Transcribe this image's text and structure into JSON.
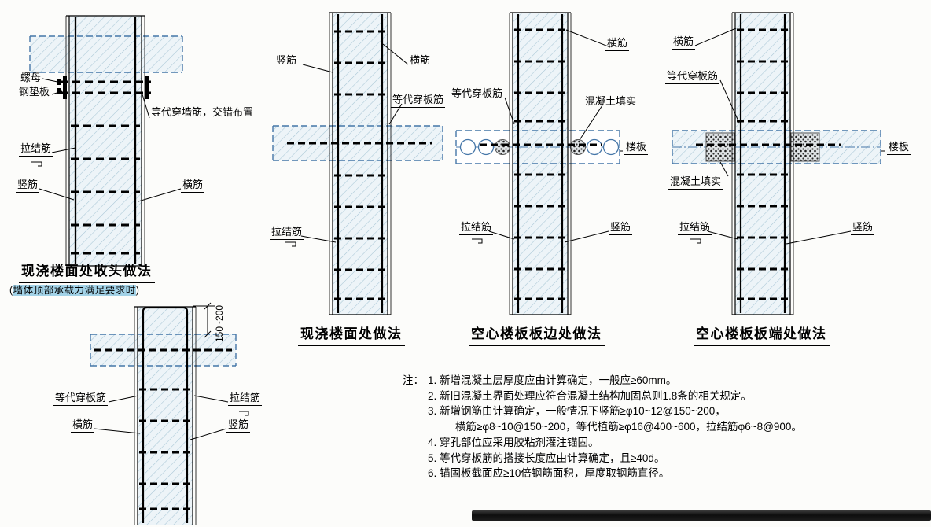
{
  "diagrams": {
    "d1": {
      "labels": {
        "nut": "螺母",
        "steel_plate": "钢垫板",
        "through_wall_bar": "等代穿墙筋，交错布置",
        "tie_bar": "拉结筋",
        "vertical_bar": "竖筋",
        "horizontal_bar": "横筋"
      },
      "title": "现浇楼面处收头做法",
      "subtitle_open": "(",
      "subtitle_hl1": "墙体顶部承载力",
      "subtitle_hl2": "满足要求时",
      "subtitle_close": ")"
    },
    "d2": {
      "labels": {
        "vertical_bar": "竖筋",
        "horizontal_bar": "横筋",
        "through_slab_bar": "等代穿板筋",
        "tie_bar": "拉结筋"
      },
      "title": "现浇楼面处做法"
    },
    "d3": {
      "labels": {
        "horizontal_bar": "横筋",
        "through_slab_bar": "等代穿板筋",
        "concrete_fill": "混凝土填实",
        "floor_slab": "楼板",
        "tie_bar": "拉结筋",
        "vertical_bar": "竖筋"
      },
      "title": "空心楼板板边处做法"
    },
    "d4": {
      "labels": {
        "horizontal_bar": "横筋",
        "through_slab_bar": "等代穿板筋",
        "floor_slab": "楼板",
        "concrete_fill": "混凝土填实",
        "tie_bar": "拉结筋",
        "vertical_bar": "竖筋"
      },
      "title": "空心楼板板端处做法"
    },
    "d5": {
      "labels": {
        "through_slab_bar": "等代穿板筋",
        "tie_bar": "拉结筋",
        "horizontal_bar": "横筋",
        "vertical_bar": "竖筋"
      },
      "dimension": "150~200"
    }
  },
  "notes": {
    "prefix": "注：",
    "items": [
      "1. 新增混凝土层厚度应由计算确定，一般应≥60mm。",
      "2. 新旧混凝土界面处理应符合混凝土结构加固总则1.8条的相关规定。",
      "3. 新增钢筋由计算确定，一般情况下竖筋≥φ10~12@150~200，\n    横筋≥φ8~10@150~200，等代植筋≥φ16@400~600，拉结筋φ6~8@900。",
      "4. 穿孔部位应采用胶粘剂灌注锚固。",
      "5. 等代穿板筋的搭接长度应由计算确定，且≥40d。",
      "6. 锚固板截面应≥10倍钢筋面积，厚度取钢筋直径。"
    ]
  },
  "colors": {
    "hatch_line": "#a9c7d6",
    "hatch_bg": "#edf4f8",
    "slab_dash_blue": "#4576a8",
    "highlight_blue": "#a2d2e7",
    "ink": "#000000"
  }
}
